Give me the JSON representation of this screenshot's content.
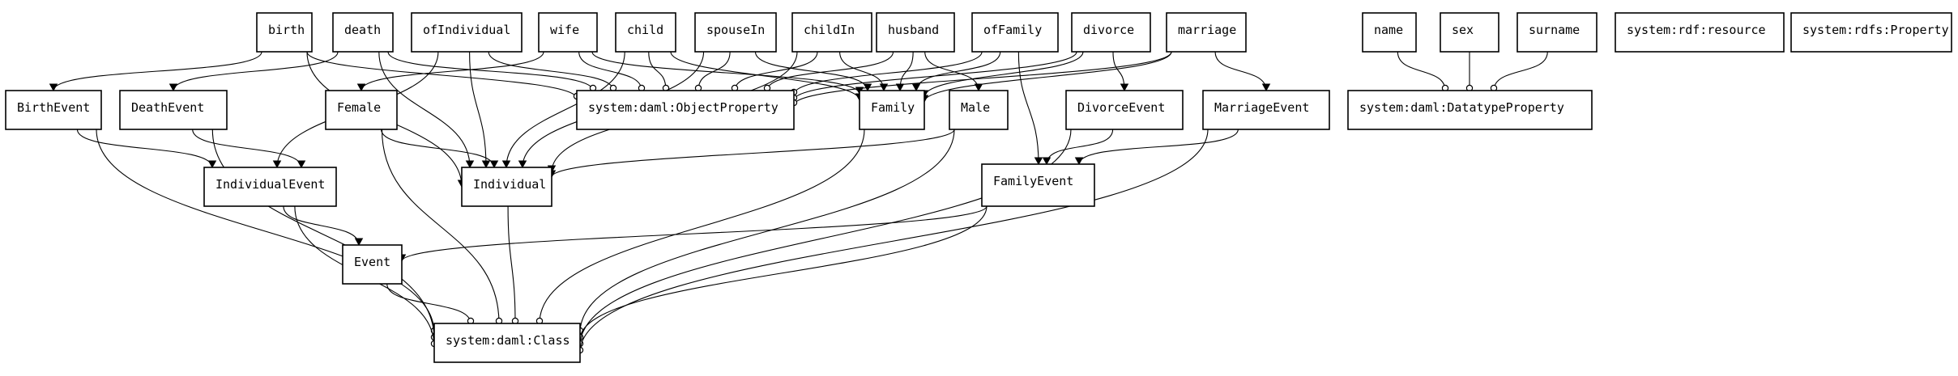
{
  "diagram": {
    "nodes": [
      {
        "id": "birth",
        "label": "birth"
      },
      {
        "id": "death",
        "label": "death"
      },
      {
        "id": "ofIndividual",
        "label": "ofIndividual"
      },
      {
        "id": "wife",
        "label": "wife"
      },
      {
        "id": "child",
        "label": "child"
      },
      {
        "id": "spouseIn",
        "label": "spouseIn"
      },
      {
        "id": "childIn",
        "label": "childIn"
      },
      {
        "id": "husband",
        "label": "husband"
      },
      {
        "id": "ofFamily",
        "label": "ofFamily"
      },
      {
        "id": "divorce",
        "label": "divorce"
      },
      {
        "id": "marriage",
        "label": "marriage"
      },
      {
        "id": "name",
        "label": "name"
      },
      {
        "id": "sex",
        "label": "sex"
      },
      {
        "id": "surname",
        "label": "surname"
      },
      {
        "id": "rdfResource",
        "label": "system:rdf:resource"
      },
      {
        "id": "rdfsProperty",
        "label": "system:rdfs:Property"
      },
      {
        "id": "BirthEvent",
        "label": "BirthEvent"
      },
      {
        "id": "DeathEvent",
        "label": "DeathEvent"
      },
      {
        "id": "Female",
        "label": "Female"
      },
      {
        "id": "ObjectProperty",
        "label": "system:daml:ObjectProperty"
      },
      {
        "id": "Family",
        "label": "Family"
      },
      {
        "id": "Male",
        "label": "Male"
      },
      {
        "id": "DivorceEvent",
        "label": "DivorceEvent"
      },
      {
        "id": "MarriageEvent",
        "label": "MarriageEvent"
      },
      {
        "id": "DatatypeProperty",
        "label": "system:daml:DatatypeProperty"
      },
      {
        "id": "IndividualEvent",
        "label": "IndividualEvent"
      },
      {
        "id": "Individual",
        "label": "Individual"
      },
      {
        "id": "FamilyEvent",
        "label": "FamilyEvent"
      },
      {
        "id": "Event",
        "label": "Event"
      },
      {
        "id": "Class",
        "label": "system:daml:Class"
      }
    ],
    "edges": [
      {
        "from": "birth",
        "to": "ObjectProperty",
        "head": "circle"
      },
      {
        "from": "death",
        "to": "ObjectProperty",
        "head": "circle"
      },
      {
        "from": "ofIndividual",
        "to": "ObjectProperty",
        "head": "circle"
      },
      {
        "from": "wife",
        "to": "ObjectProperty",
        "head": "circle"
      },
      {
        "from": "child",
        "to": "ObjectProperty",
        "head": "circle"
      },
      {
        "from": "spouseIn",
        "to": "ObjectProperty",
        "head": "circle"
      },
      {
        "from": "childIn",
        "to": "ObjectProperty",
        "head": "circle"
      },
      {
        "from": "husband",
        "to": "ObjectProperty",
        "head": "circle"
      },
      {
        "from": "ofFamily",
        "to": "ObjectProperty",
        "head": "circle"
      },
      {
        "from": "divorce",
        "to": "ObjectProperty",
        "head": "circle"
      },
      {
        "from": "marriage",
        "to": "ObjectProperty",
        "head": "circle"
      },
      {
        "from": "name",
        "to": "DatatypeProperty",
        "head": "circle"
      },
      {
        "from": "sex",
        "to": "DatatypeProperty",
        "head": "circle"
      },
      {
        "from": "surname",
        "to": "DatatypeProperty",
        "head": "circle"
      },
      {
        "from": "birth",
        "to": "BirthEvent",
        "head": "arrow"
      },
      {
        "from": "birth",
        "to": "Individual",
        "head": "arrow"
      },
      {
        "from": "death",
        "to": "DeathEvent",
        "head": "arrow"
      },
      {
        "from": "death",
        "to": "Individual",
        "head": "arrow"
      },
      {
        "from": "ofIndividual",
        "to": "IndividualEvent",
        "head": "arrow"
      },
      {
        "from": "ofIndividual",
        "to": "Individual",
        "head": "arrow"
      },
      {
        "from": "wife",
        "to": "Female",
        "head": "arrow"
      },
      {
        "from": "wife",
        "to": "Family",
        "head": "arrow"
      },
      {
        "from": "child",
        "to": "Individual",
        "head": "arrow"
      },
      {
        "from": "child",
        "to": "Family",
        "head": "arrow"
      },
      {
        "from": "spouseIn",
        "to": "Individual",
        "head": "arrow"
      },
      {
        "from": "spouseIn",
        "to": "Family",
        "head": "arrow"
      },
      {
        "from": "childIn",
        "to": "Family",
        "head": "arrow"
      },
      {
        "from": "childIn",
        "to": "Individual",
        "head": "arrow"
      },
      {
        "from": "husband",
        "to": "Family",
        "head": "arrow"
      },
      {
        "from": "husband",
        "to": "Male",
        "head": "arrow"
      },
      {
        "from": "ofFamily",
        "to": "Family",
        "head": "arrow"
      },
      {
        "from": "ofFamily",
        "to": "FamilyEvent",
        "head": "arrow"
      },
      {
        "from": "divorce",
        "to": "Family",
        "head": "arrow"
      },
      {
        "from": "divorce",
        "to": "DivorceEvent",
        "head": "arrow"
      },
      {
        "from": "marriage",
        "to": "Family",
        "head": "arrow"
      },
      {
        "from": "marriage",
        "to": "MarriageEvent",
        "head": "arrow"
      },
      {
        "from": "BirthEvent",
        "to": "IndividualEvent",
        "head": "arrow"
      },
      {
        "from": "DeathEvent",
        "to": "IndividualEvent",
        "head": "arrow"
      },
      {
        "from": "Female",
        "to": "Individual",
        "head": "arrow"
      },
      {
        "from": "Male",
        "to": "Individual",
        "head": "arrow"
      },
      {
        "from": "DivorceEvent",
        "to": "FamilyEvent",
        "head": "arrow"
      },
      {
        "from": "MarriageEvent",
        "to": "FamilyEvent",
        "head": "arrow"
      },
      {
        "from": "IndividualEvent",
        "to": "Event",
        "head": "arrow"
      },
      {
        "from": "FamilyEvent",
        "to": "Event",
        "head": "arrow"
      },
      {
        "from": "BirthEvent",
        "to": "Class",
        "head": "circle"
      },
      {
        "from": "DeathEvent",
        "to": "Class",
        "head": "circle"
      },
      {
        "from": "IndividualEvent",
        "to": "Class",
        "head": "circle"
      },
      {
        "from": "Event",
        "to": "Class",
        "head": "circle"
      },
      {
        "from": "Female",
        "to": "Class",
        "head": "circle"
      },
      {
        "from": "Individual",
        "to": "Class",
        "head": "circle"
      },
      {
        "from": "Family",
        "to": "Class",
        "head": "circle"
      },
      {
        "from": "Male",
        "to": "Class",
        "head": "circle"
      },
      {
        "from": "FamilyEvent",
        "to": "Class",
        "head": "circle"
      },
      {
        "from": "DivorceEvent",
        "to": "Class",
        "head": "circle"
      },
      {
        "from": "MarriageEvent",
        "to": "Class",
        "head": "circle"
      }
    ]
  }
}
